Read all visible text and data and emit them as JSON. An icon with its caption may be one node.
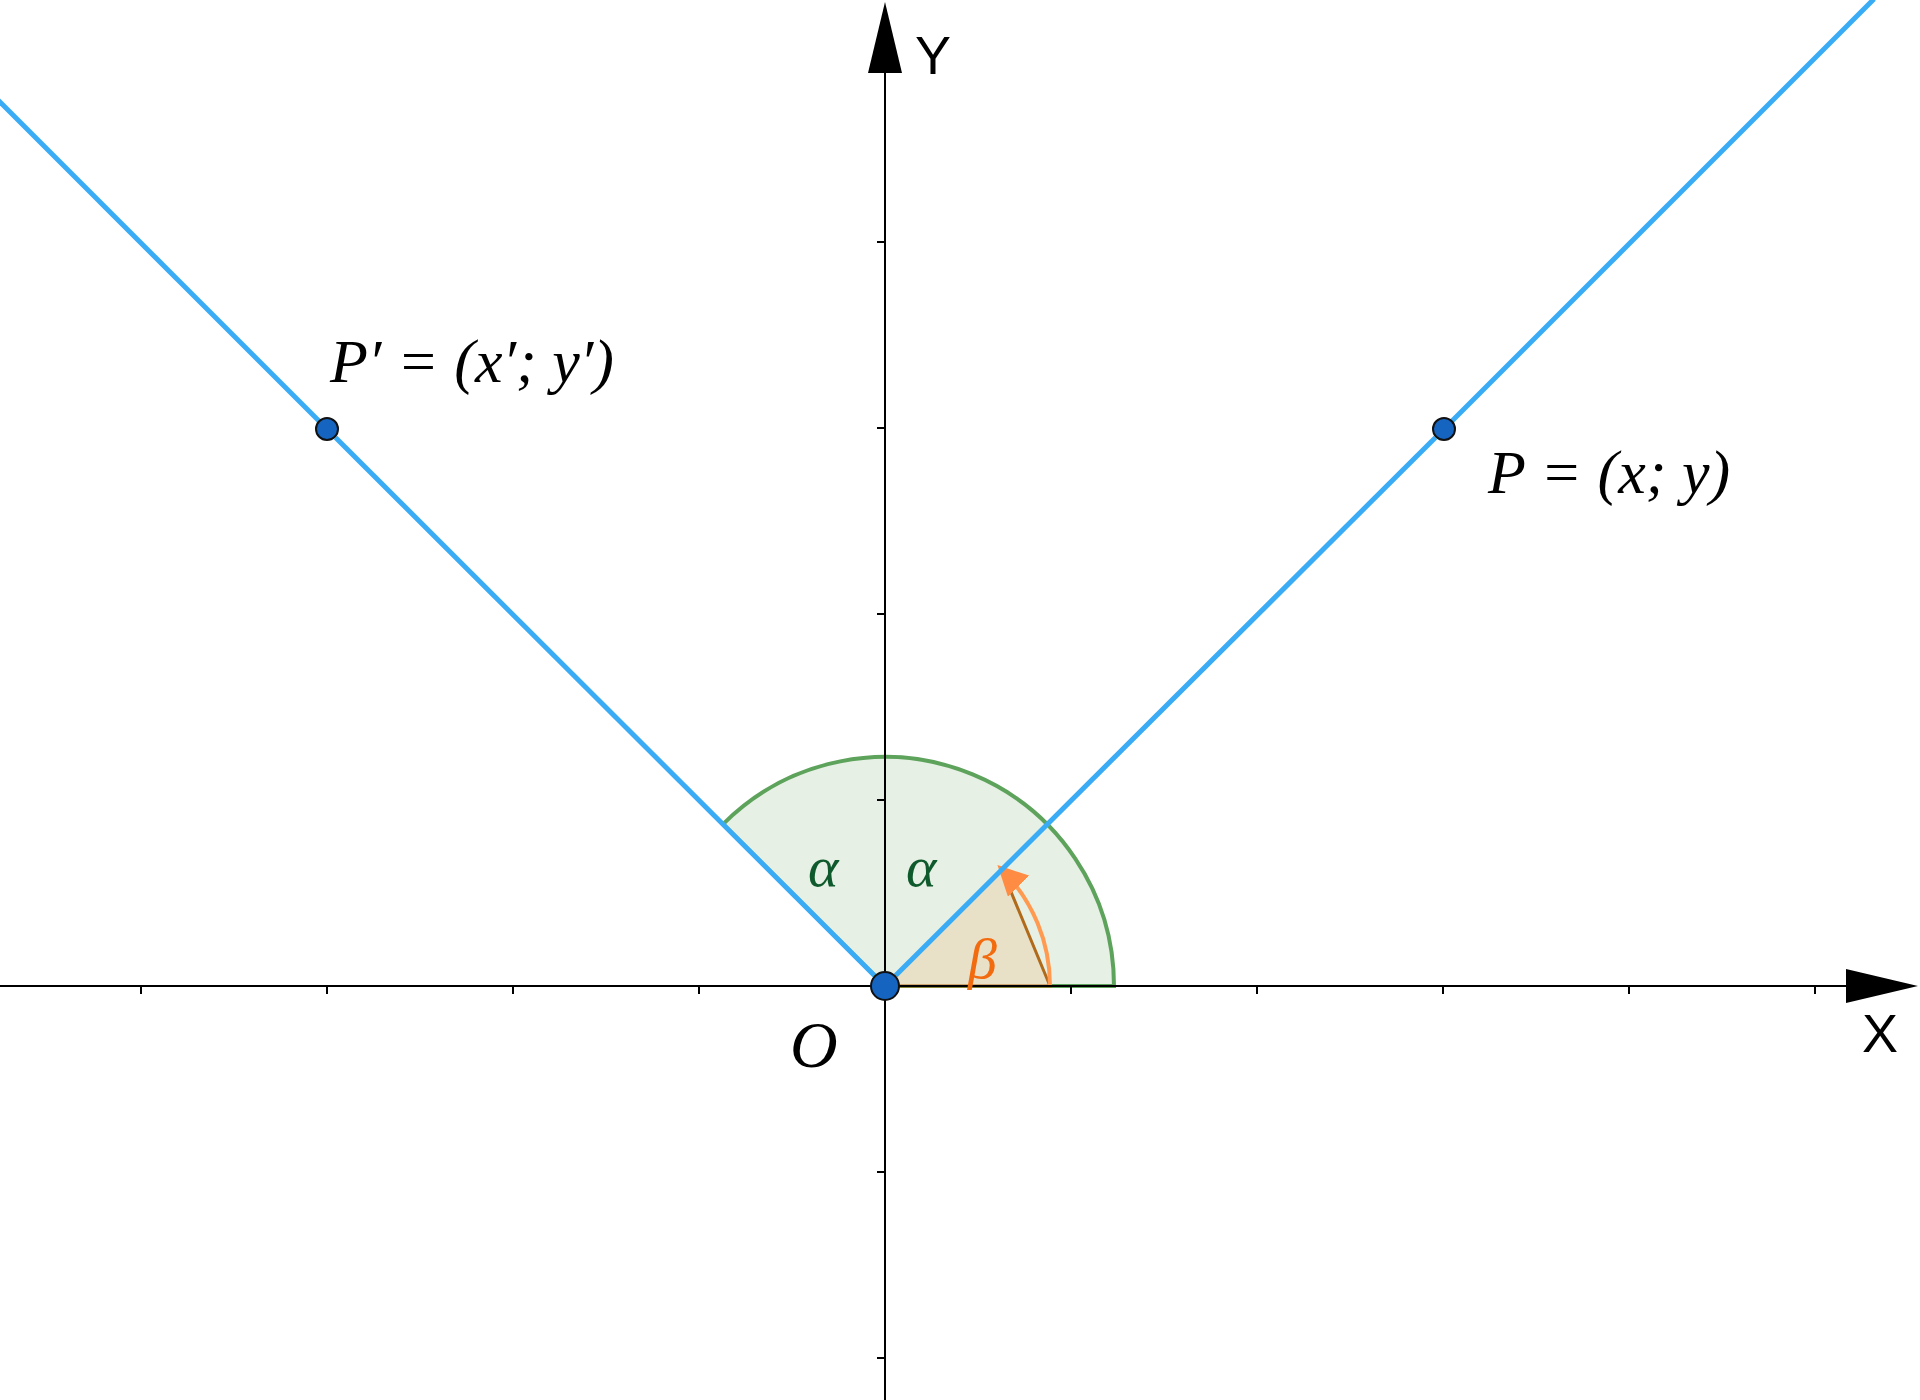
{
  "diagram": {
    "nodes": [
      {
        "text": [],
        "shape": "circle",
        "beside": [
          "P′ = (x′; y′)"
        ]
      },
      {
        "text": [],
        "shape": "circle",
        "beside": [
          "P = (x; y)"
        ]
      },
      {
        "text": [],
        "shape": "circle",
        "beside": [
          "O"
        ]
      }
    ],
    "edges": [
      {
        "from": 2,
        "to": 1,
        "arrow": "none"
      },
      {
        "from": 2,
        "to": 0,
        "arrow": "none"
      }
    ],
    "labels": [
      "Y",
      "X",
      "α",
      "α",
      "β"
    ]
  }
}
